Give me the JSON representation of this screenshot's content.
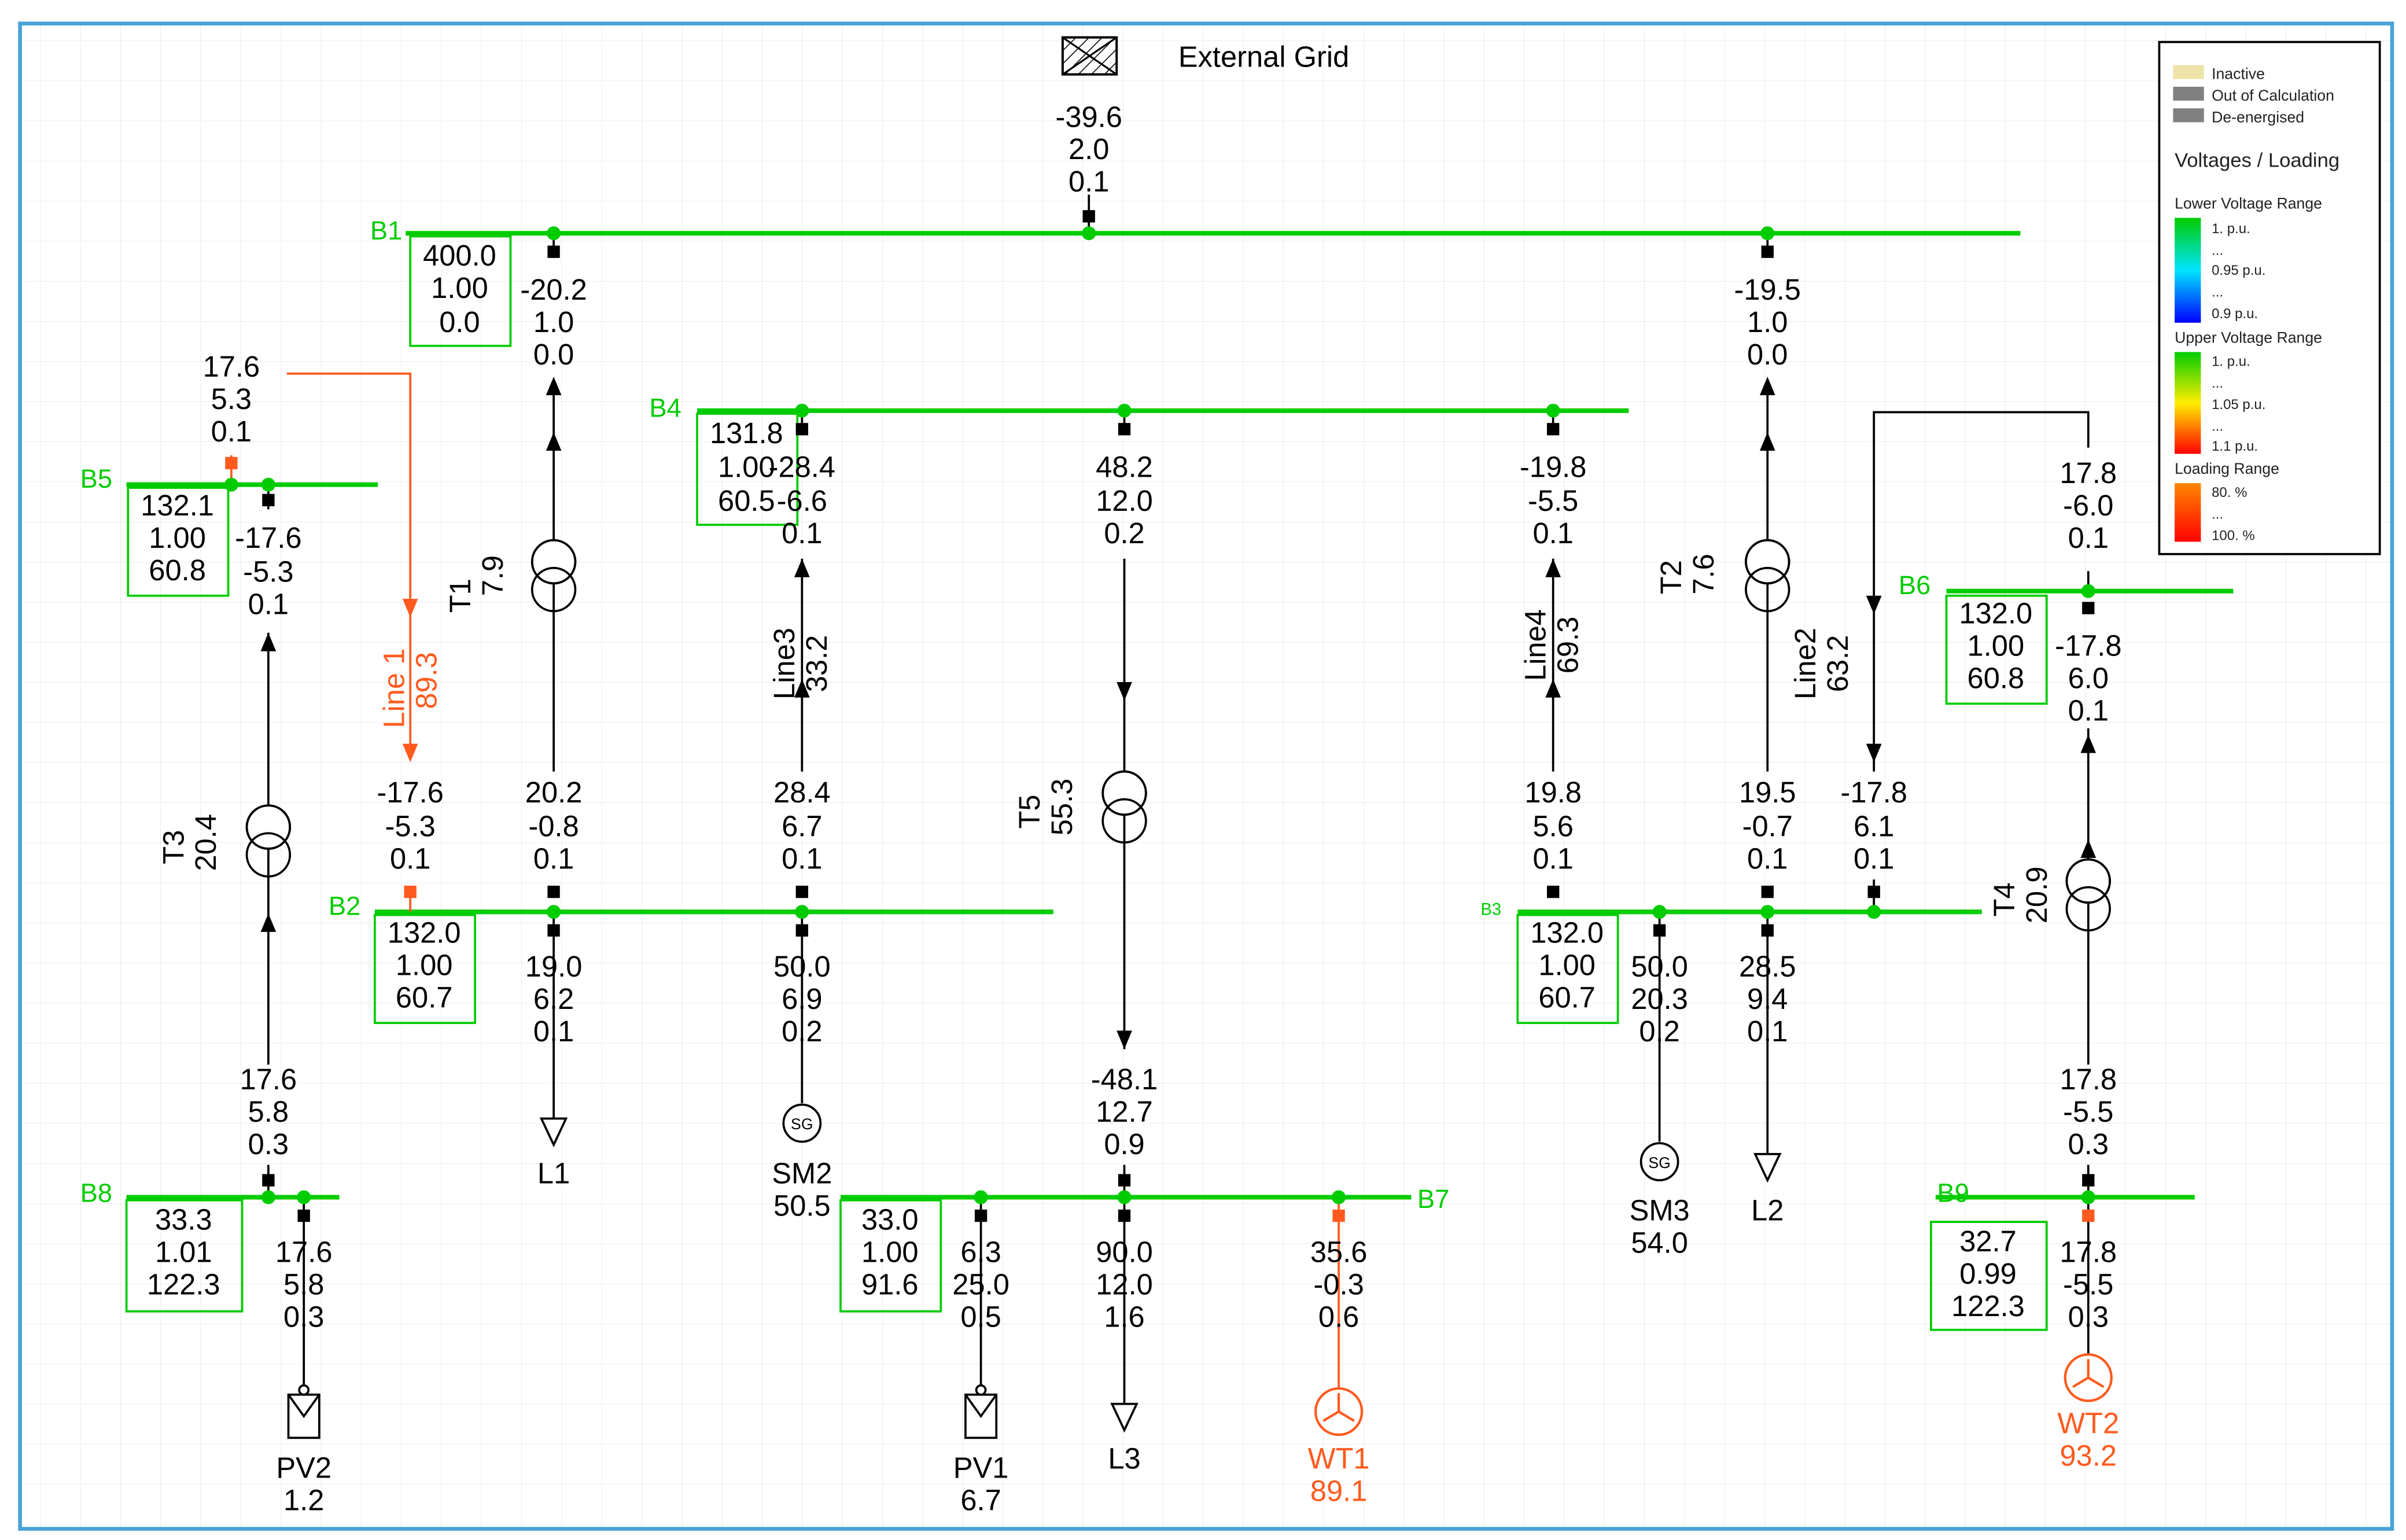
{
  "external_grid": {
    "name": "External Grid",
    "values": [
      "-39.6",
      "2.0",
      "0.1"
    ]
  },
  "legend": {
    "status": [
      "Inactive",
      "Out of Calculation",
      "De-energised"
    ],
    "title": "Voltages / Loading",
    "lower_title": "Lower Voltage Range",
    "lower_labels": [
      "1. p.u.",
      "...",
      "0.95 p.u.",
      "...",
      "0.9 p.u."
    ],
    "upper_title": "Upper Voltage Range",
    "upper_labels": [
      "1. p.u.",
      "...",
      "1.05 p.u.",
      "...",
      "1.1 p.u."
    ],
    "loading_title": "Loading Range",
    "loading_labels": [
      "80. %",
      "...",
      "100. %"
    ]
  },
  "buses": {
    "B1": {
      "name": "B1",
      "box": [
        "400.0",
        "1.00",
        "0.0"
      ]
    },
    "B2": {
      "name": "B2",
      "box": [
        "132.0",
        "1.00",
        "60.7"
      ]
    },
    "B3": {
      "name": "B3",
      "box": [
        "132.0",
        "1.00",
        "60.7"
      ]
    },
    "B4": {
      "name": "B4",
      "box": [
        "131.8",
        "1.00",
        "60.5"
      ]
    },
    "B5": {
      "name": "B5",
      "box": [
        "132.1",
        "1.00",
        "60.8"
      ]
    },
    "B6": {
      "name": "B6",
      "box": [
        "132.0",
        "1.00",
        "60.8"
      ]
    },
    "B7": {
      "name": "B7",
      "box": [
        "33.0",
        "1.00",
        "91.6"
      ]
    },
    "B8": {
      "name": "B8",
      "box": [
        "33.3",
        "1.01",
        "122.3"
      ]
    },
    "B9": {
      "name": "B9",
      "box": [
        "32.7",
        "0.99",
        "122.3"
      ]
    }
  },
  "branches": {
    "T1": {
      "name": "T1",
      "loading": "7.9",
      "hv": [
        "-20.2",
        "1.0",
        "0.0"
      ],
      "lv": [
        "20.2",
        "-0.8",
        "0.1"
      ]
    },
    "T2": {
      "name": "T2",
      "loading": "7.6",
      "hv": [
        "-19.5",
        "1.0",
        "0.0"
      ],
      "lv": [
        "19.5",
        "-0.7",
        "0.1"
      ]
    },
    "T3": {
      "name": "T3",
      "loading": "20.4",
      "hv": [
        "-17.6",
        "-5.3",
        "0.1"
      ],
      "lv": [
        "17.6",
        "5.8",
        "0.3"
      ]
    },
    "T4": {
      "name": "T4",
      "loading": "20.9",
      "hv": [
        "17.8",
        "-6.0",
        "0.1"
      ],
      "lv": [
        "17.8",
        "-5.5",
        "0.3"
      ]
    },
    "T5": {
      "name": "T5",
      "loading": "55.3",
      "hv": [
        "48.2",
        "12.0",
        "0.2"
      ],
      "lv": [
        "-48.1",
        "12.7",
        "0.9"
      ]
    },
    "Line1": {
      "name": "Line 1",
      "loading": "89.3",
      "from": [
        "17.6",
        "5.3",
        "0.1"
      ],
      "to": [
        "-17.6",
        "-5.3",
        "0.1"
      ]
    },
    "Line2": {
      "name": "Line2",
      "loading": "63.2",
      "from": [
        "-17.8",
        "6.0",
        "0.1"
      ],
      "to": [
        "-17.8",
        "6.1",
        "0.1"
      ]
    },
    "Line3": {
      "name": "Line3",
      "loading": "33.2",
      "from": [
        "-28.4",
        "-6.6",
        "0.1"
      ],
      "to": [
        "28.4",
        "6.7",
        "0.1"
      ]
    },
    "Line4": {
      "name": "Line4",
      "loading": "69.3",
      "from": [
        "-19.8",
        "-5.5",
        "0.1"
      ],
      "to": [
        "19.8",
        "5.6",
        "0.1"
      ]
    }
  },
  "elements": {
    "L1": {
      "name": "L1",
      "values": [
        "19.0",
        "6.2",
        "0.1"
      ]
    },
    "L2": {
      "name": "L2",
      "values": [
        "28.5",
        "9.4",
        "0.1"
      ]
    },
    "L3": {
      "name": "L3",
      "values": [
        "90.0",
        "12.0",
        "1.6"
      ]
    },
    "SM2": {
      "name": "SM2",
      "loading": "50.5",
      "values": [
        "50.0",
        "6.9",
        "0.2"
      ]
    },
    "SM3": {
      "name": "SM3",
      "loading": "54.0",
      "values": [
        "50.0",
        "20.3",
        "0.2"
      ]
    },
    "PV1": {
      "name": "PV1",
      "loading": "6.7",
      "values": [
        "6.3",
        "25.0",
        "0.5"
      ]
    },
    "PV2": {
      "name": "PV2",
      "loading": "1.2",
      "values": [
        "17.6",
        "5.8",
        "0.3"
      ]
    },
    "WT1": {
      "name": "WT1",
      "loading": "89.1",
      "values": [
        "35.6",
        "-0.3",
        "0.6"
      ]
    },
    "WT2": {
      "name": "WT2",
      "loading": "93.2",
      "values": [
        "17.8",
        "-5.5",
        "0.3"
      ]
    }
  },
  "colors": {
    "bus": "#00cc00",
    "overload": "#ff5a1e",
    "frame": "#4aa3d8",
    "grid": "#e6e6e6"
  }
}
